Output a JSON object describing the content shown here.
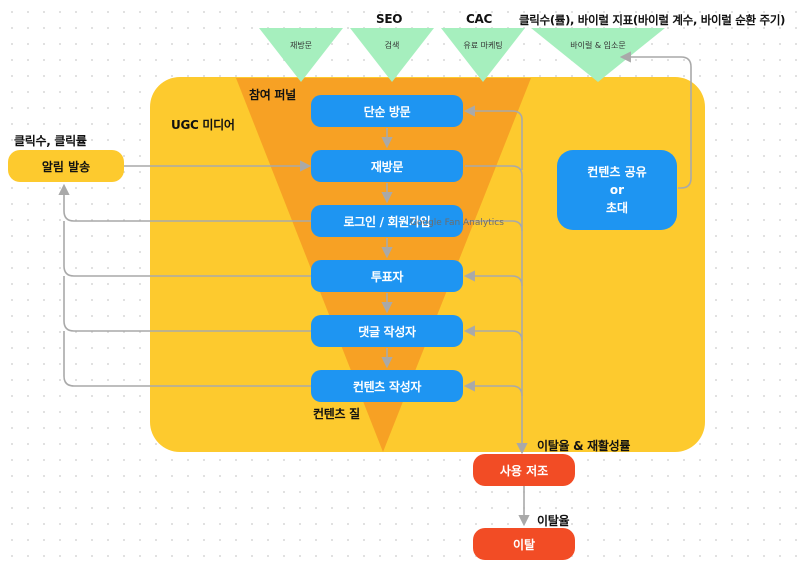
{
  "acquisition": {
    "headers": {
      "seo": "SEO",
      "cac": "CAC",
      "viral_metrics": "클릭수(률), 바이럴 지표(바이럴 계수, 바이럴 순환 주기)"
    },
    "channels": [
      "재방문",
      "검색",
      "유료 마케팅",
      "바이럴 & 입소문"
    ]
  },
  "notification": {
    "metrics_label": "클릭수, 클릭률",
    "button_label": "알림 발송"
  },
  "ugc_media": {
    "label": "UGC 미디어",
    "funnel_label": "참여 퍼널",
    "content_quality_label": "컨텐츠 질"
  },
  "funnel": {
    "stages": [
      "단순 방문",
      "재방문",
      "로그인 / 회원가입",
      "투표자",
      "댓글 작성자",
      "컨텐츠 작성자"
    ],
    "overlay_text": "Google Fan Analytics"
  },
  "sharing": {
    "line1": "컨텐츠 공유",
    "line2": "or",
    "line3": "초대"
  },
  "churn": {
    "reactivation_label": "이탈율 & 재활성률",
    "reduced_use_label": "사용 저조",
    "churn_rate_label": "이탈율",
    "churn_label": "이탈"
  },
  "colors": {
    "panel": "#fdca2e",
    "funnel": "#f7a124",
    "stage": "#1e95f2",
    "channel": "#a6efbe",
    "churn": "#f24c25",
    "arrow": "#a9a9a9"
  }
}
